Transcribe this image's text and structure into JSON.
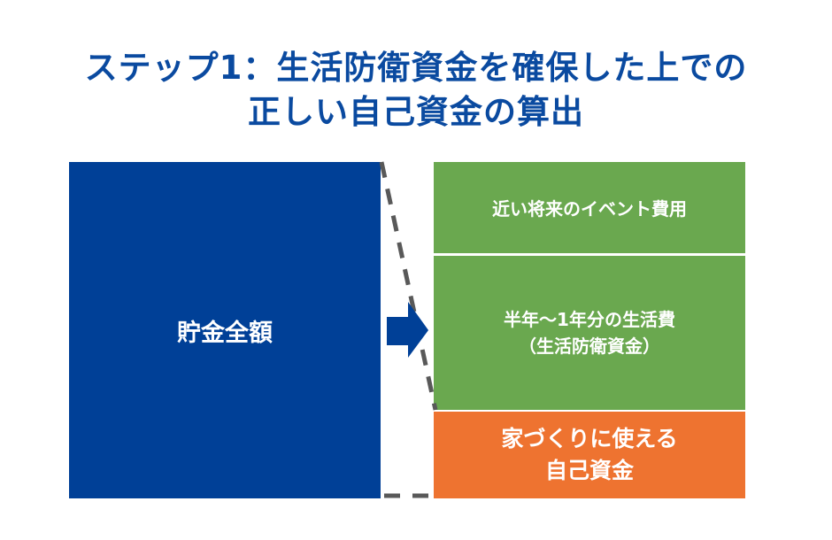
{
  "title": {
    "line1": "ステップ1：生活防衛資金を確保した上での",
    "line2": "正しい自己資金の算出"
  },
  "left_box": {
    "label": "貯金全額",
    "color": "#004097"
  },
  "right_column": {
    "segments": [
      {
        "lines": [
          "近い将来のイベント費用"
        ],
        "color": "#6AA84F"
      },
      {
        "lines": [
          "半年～1年分の生活費",
          "（生活防衛資金）"
        ],
        "color": "#6AA84F"
      },
      {
        "lines": [
          "家づくりに使える",
          "自己資金"
        ],
        "color": "#EE7330"
      }
    ]
  },
  "arrow": {
    "icon": "right-arrow-icon",
    "color": "#004097"
  },
  "connector": {
    "style": "dashed",
    "color": "#595959"
  }
}
